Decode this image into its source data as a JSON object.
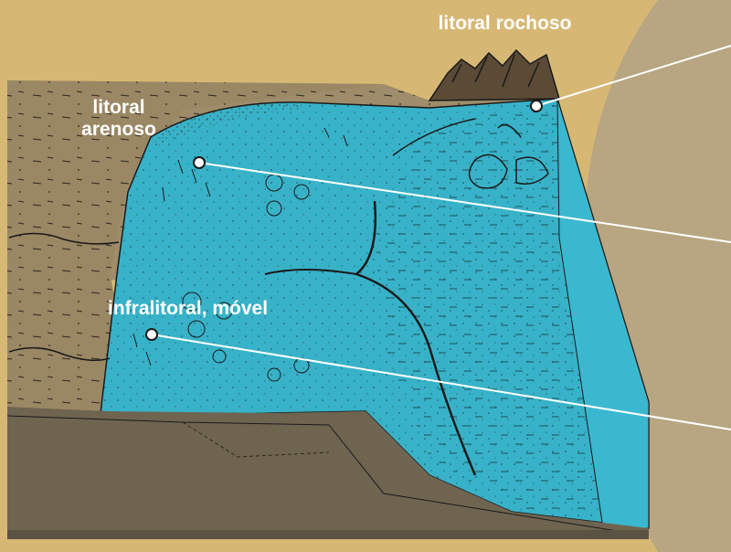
{
  "labels": {
    "rocky_shore": "litoral rochoso",
    "sandy_shore_line1": "litoral",
    "sandy_shore_line2": "arenoso",
    "infralittoral": "infralitoral, móvel"
  },
  "colors": {
    "sky": "#d6b874",
    "land": "#9e8c6a",
    "water": "#38b2c8",
    "sediment": "#6e6450",
    "ink": "#1a1a1a",
    "label_text": "#ffffff"
  }
}
